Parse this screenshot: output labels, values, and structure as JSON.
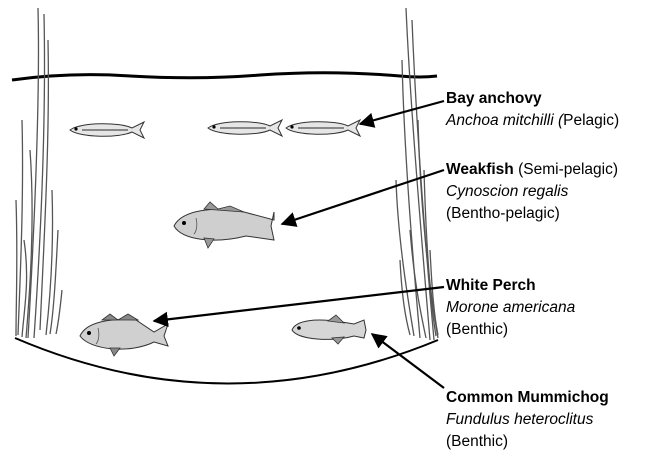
{
  "species": [
    {
      "common": "Bay anchovy",
      "scientific": "Anchoa mitchilli",
      "scientific_suffix": " (",
      "habitat": "Pelagic)"
    },
    {
      "common": "Weakfish",
      "common_suffix": " (Semi-pelagic)",
      "scientific": "Cynoscion regalis",
      "habitat": "(Bentho-pelagic)"
    },
    {
      "common": "White Perch",
      "scientific": "Morone americana",
      "habitat": "(Benthic)"
    },
    {
      "common": "Common Mummichog",
      "scientific": "Fundulus heteroclitus",
      "habitat": "(Benthic)"
    }
  ],
  "colors": {
    "line": "#000000",
    "fish_fill": "#d9d9d9",
    "fish_dark": "#6e6e6e",
    "reed": "#8a8a8a"
  },
  "icons": [
    "reed-grass-left",
    "reed-grass-right",
    "anchovy-fish-icon",
    "weakfish-fish-icon",
    "perch-fish-icon",
    "mummichog-fish-icon"
  ]
}
